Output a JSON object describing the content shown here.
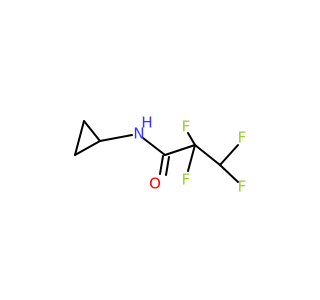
{
  "molecule": {
    "atoms": [
      {
        "id": "N",
        "label": "N",
        "color": "#3333ff"
      },
      {
        "id": "H",
        "label": "H",
        "color": "#3333ff"
      },
      {
        "id": "O",
        "label": "O",
        "color": "#ff0000"
      },
      {
        "id": "F1",
        "label": "F",
        "color": "#9acd32"
      },
      {
        "id": "F2",
        "label": "F",
        "color": "#9acd32"
      },
      {
        "id": "F3",
        "label": "F",
        "color": "#9acd32"
      },
      {
        "id": "F4",
        "label": "F",
        "color": "#9acd32"
      }
    ],
    "bond_color": "#000000"
  }
}
